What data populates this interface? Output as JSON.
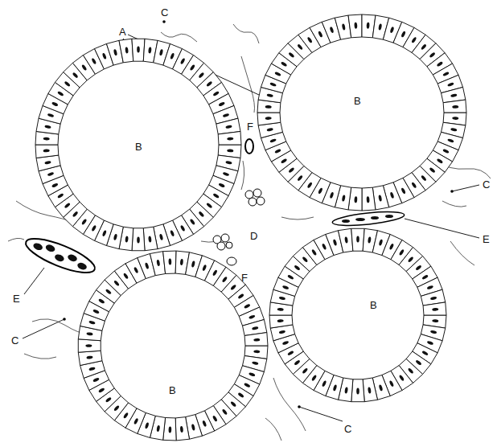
{
  "diagram": {
    "labels": [
      "A",
      "C",
      "B",
      "B",
      "F",
      "C",
      "D",
      "B",
      "E",
      "E",
      "B",
      "F",
      "C",
      "C"
    ]
  }
}
